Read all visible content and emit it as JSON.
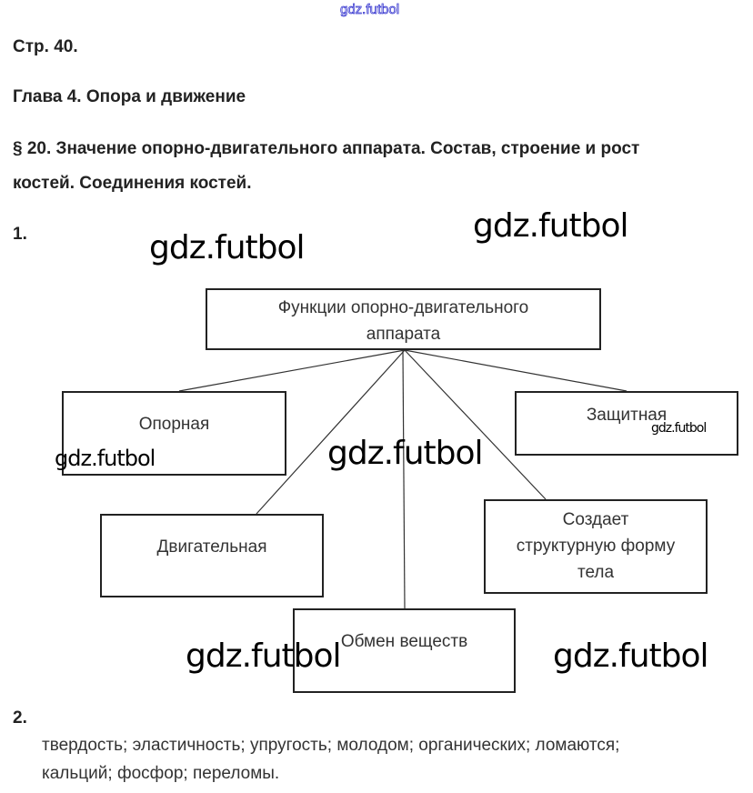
{
  "watermark": "gdz.futbol",
  "page_ref": "Стр. 40.",
  "chapter": "Глава 4. Опора и движение",
  "section_line1": "§ 20. Значение опорно-двигательного аппарата. Состав, строение и рост",
  "section_line2": "костей. Соединения костей.",
  "task1": {
    "number": "1.",
    "diagram": {
      "root_line1": "Функции опорно-двигательного",
      "root_line2": "аппарата",
      "nodes": {
        "support": "Опорная",
        "protective": "Защитная",
        "motor": "Двигательная",
        "shape_line1": "Создает",
        "shape_line2": "структурную форму",
        "shape_line3": "тела",
        "metabolism": "Обмен веществ"
      }
    }
  },
  "task2": {
    "number": "2.",
    "answer_line1": "твердость; эластичность; упругость; молодом; органических; ломаются;",
    "answer_line2": "кальций; фосфор; переломы."
  }
}
